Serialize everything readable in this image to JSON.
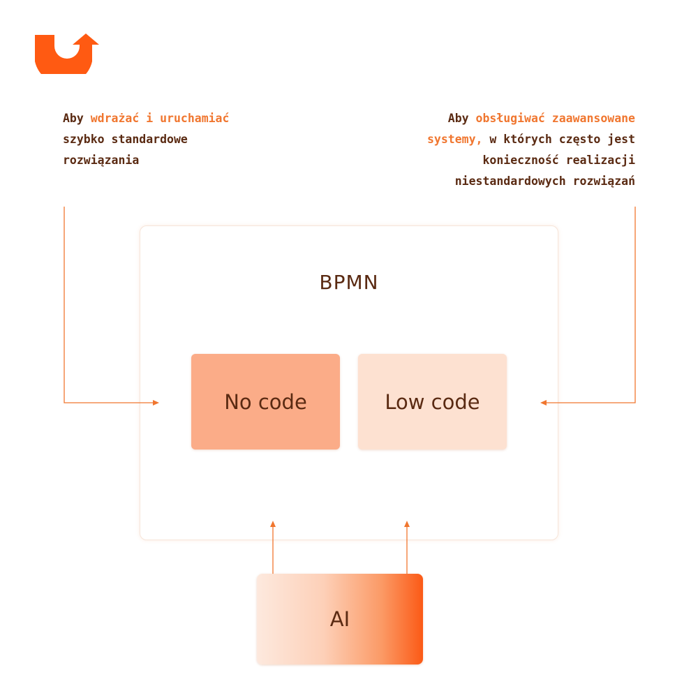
{
  "colors": {
    "accent": "#f0762f",
    "text_dark": "#5a2a12",
    "no_code_fill": "#fbac88",
    "low_code_fill": "#fde1d1",
    "logo": "#ff5a12"
  },
  "logo": {
    "icon": "brand-logo-icon"
  },
  "left_note": {
    "prefix": "Aby ",
    "highlight": "wdrażać i uruchamiać",
    "line2": "szybko standardowe",
    "line3": "rozwiązania"
  },
  "right_note": {
    "prefix": "Aby ",
    "highlight1": "obsługiwać zaawansowane",
    "highlight2": "systemy,",
    "rest2": " w których często jest",
    "line3": "konieczność realizacji",
    "line4": "niestandardowych rozwiązań"
  },
  "bpmn": {
    "title": "BPMN"
  },
  "cards": {
    "no_code": "No code",
    "low_code": "Low code"
  },
  "ai": {
    "label": "AI"
  }
}
